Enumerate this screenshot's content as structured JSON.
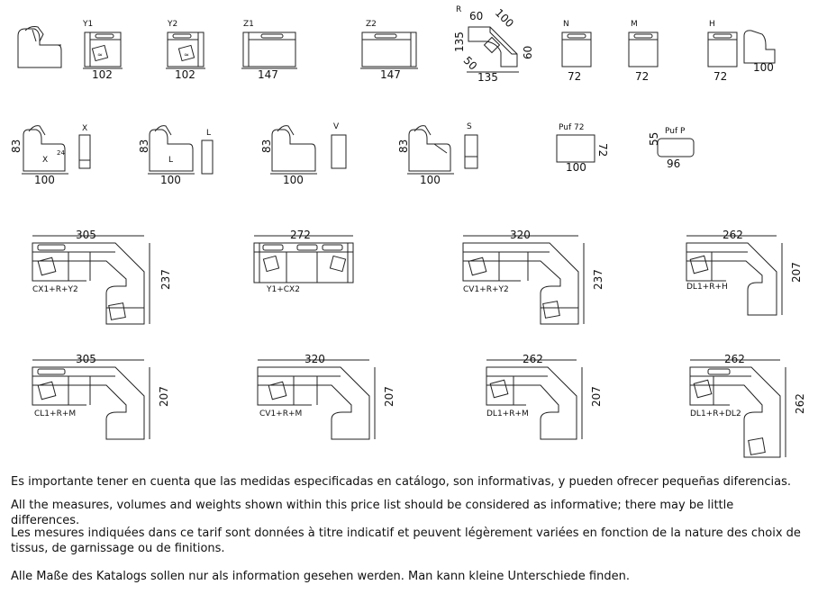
{
  "modules": [
    {
      "label": "",
      "dim": ""
    },
    {
      "label": "Y1",
      "dim": "102"
    },
    {
      "label": "Y2",
      "dim": "102"
    },
    {
      "label": "Z1",
      "dim": "147"
    },
    {
      "label": "Z2",
      "dim": "147"
    },
    {
      "label": "N",
      "dim": "72"
    },
    {
      "label": "M",
      "dim": "72"
    },
    {
      "label": "H",
      "dim": "72"
    }
  ],
  "side_profile_dim": "100",
  "corner": {
    "label": "R",
    "dims": [
      "60",
      "100",
      "135",
      "60",
      "50",
      "135"
    ]
  },
  "end_units": [
    {
      "label": "X",
      "depth": "100",
      "height": "83",
      "inner": "X"
    },
    {
      "label": "L",
      "depth": "100",
      "height": "83",
      "inner": "L"
    },
    {
      "label": "V",
      "depth": "100",
      "height": "83",
      "inner": ""
    },
    {
      "label": "S",
      "depth": "100",
      "height": "83",
      "inner": ""
    }
  ],
  "poufs": [
    {
      "label": "Puf 72",
      "w": "100",
      "d": "72"
    },
    {
      "label": "Puf P",
      "w": "96",
      "d": "55"
    }
  ],
  "compositions": [
    {
      "name": "CX1+R+Y2",
      "w": "305",
      "d": "237"
    },
    {
      "name": "Y1+CX2",
      "w": "272",
      "d": ""
    },
    {
      "name": "CV1+R+Y2",
      "w": "320",
      "d": "237"
    },
    {
      "name": "DL1+R+H",
      "w": "262",
      "d": "207"
    },
    {
      "name": "CL1+R+M",
      "w": "305",
      "d": "207"
    },
    {
      "name": "CV1+R+M",
      "w": "320",
      "d": "207"
    },
    {
      "name": "DL1+R+M",
      "w": "262",
      "d": "207"
    },
    {
      "name": "DL1+R+DL2",
      "w": "262",
      "d": "262"
    }
  ],
  "notes": [
    "Es importante tener en cuenta que las medidas especificadas en catálogo, son informativas, y pueden ofrecer pequeñas diferencias.",
    "All the measures, volumes and weights shown within this price list should be considered as informative; there may be little differences.",
    "Les mesures indiquées dans ce tarif sont données à titre indicatif et peuvent légèrement variées en fonction de la nature des choix de tissus, de garnissage ou de finitions.",
    "Alle Maße des Katalogs sollen nur als information gesehen werden. Man kann kleine Unterschiede finden."
  ]
}
